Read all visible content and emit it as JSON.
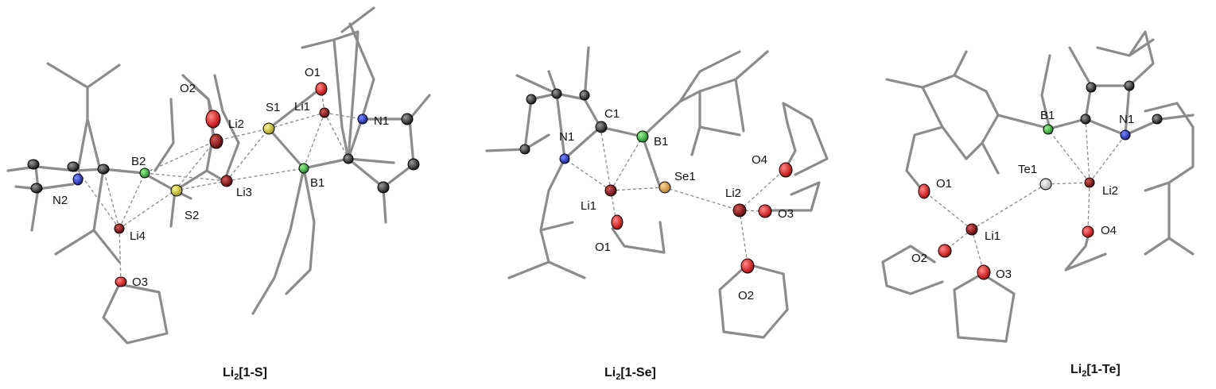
{
  "colors": {
    "carbon": "#1a1a1a",
    "nitrogen": "#1d2fd1",
    "boron": "#25b82b",
    "oxygen": "#e51414",
    "lithium": "#8b0d0d",
    "sulfur": "#c9c330",
    "selenium": "#e0a040",
    "tellurium": "#e6e6e6",
    "bond": "#8c8c8c"
  },
  "structures": [
    {
      "caption": {
        "main": "Li",
        "sub": "2",
        "rest": "[1-S]"
      },
      "labels": {
        "O1": "O1",
        "Li1": "Li1",
        "N1": "N1",
        "S1": "S1",
        "O2": "O2",
        "Li2": "Li2",
        "B2": "B2",
        "Li3": "Li3",
        "B1": "B1",
        "N2": "N2",
        "S2": "S2",
        "Li4": "Li4",
        "O3": "O3"
      }
    },
    {
      "caption": {
        "main": "Li",
        "sub": "2",
        "rest": "[1-Se]"
      },
      "labels": {
        "C1": "C1",
        "N1": "N1",
        "B1": "B1",
        "Se1": "Se1",
        "Li1": "Li1",
        "O1": "O1",
        "O4": "O4",
        "Li2": "Li2",
        "O3": "O3",
        "O2": "O2"
      }
    },
    {
      "caption": {
        "main": "Li",
        "sub": "2",
        "rest": "[1-Te]"
      },
      "labels": {
        "B1": "B1",
        "N1": "N1",
        "Te1": "Te1",
        "Li2": "Li2",
        "O1": "O1",
        "Li1": "Li1",
        "O4": "O4",
        "O2": "O2",
        "O3": "O3"
      }
    }
  ]
}
